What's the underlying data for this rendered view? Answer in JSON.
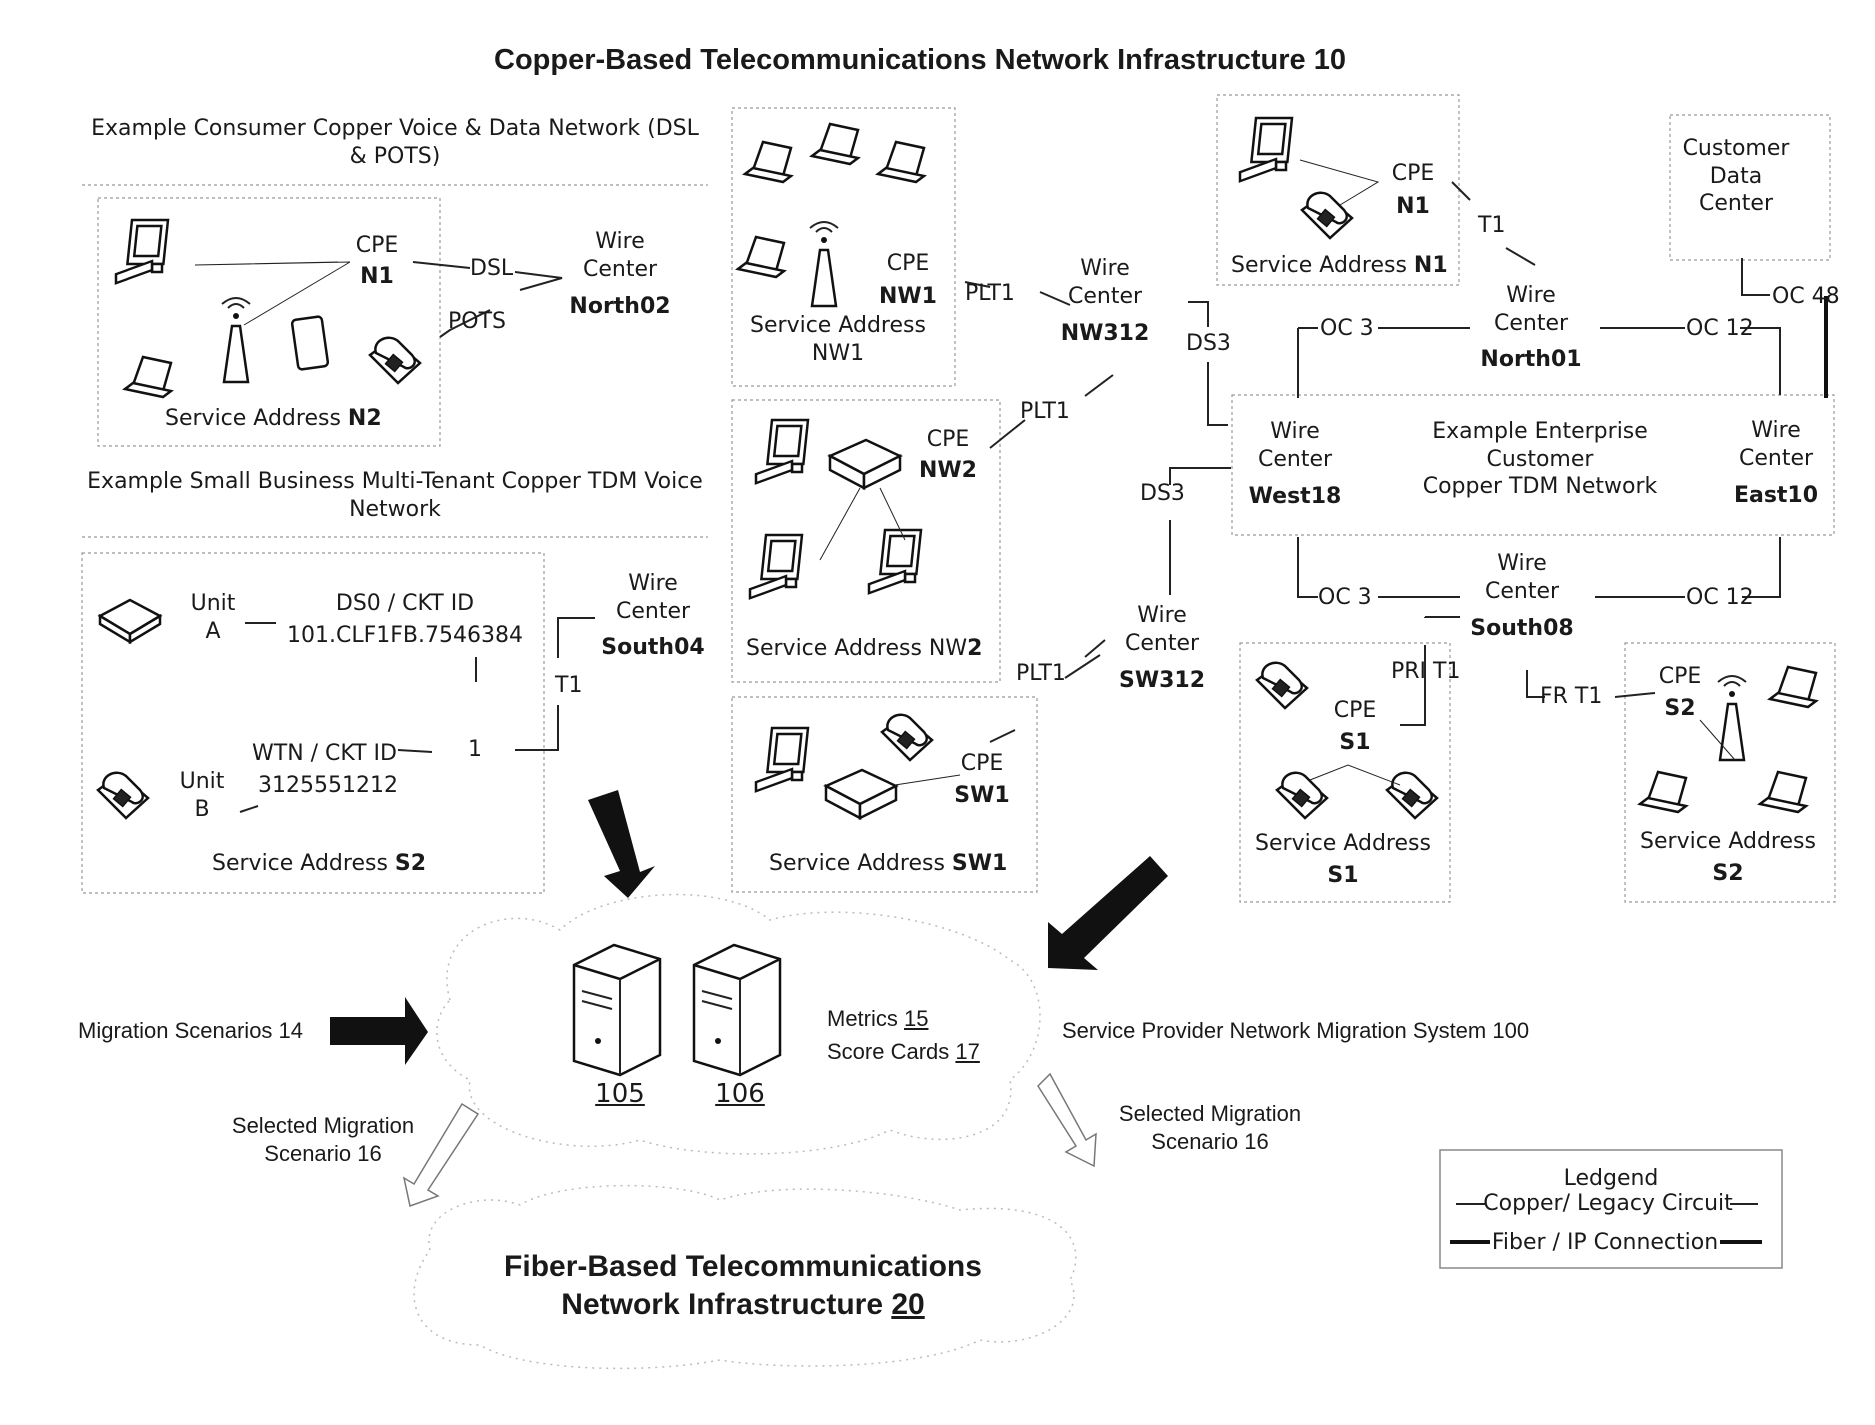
{
  "title": "Copper-Based Telecommunications Network Infrastructure 10",
  "consumer_section": {
    "heading": "Example Consumer Copper Voice & Data Network (DSL\n& POTS)",
    "cpe_label": "CPE",
    "cpe_id": "N1",
    "dsl": "DSL",
    "pots": "POTS",
    "wire_center": "Wire\nCenter",
    "wire_center_id": "North02",
    "service_address": "Service Address ",
    "service_address_id": "N2"
  },
  "small_business_section": {
    "heading": "Example Small Business Multi-Tenant Copper TDM Voice\nNetwork",
    "unit_a": "Unit\nA",
    "unit_b": "Unit\nB",
    "ds0": "DS0 / CKT ID",
    "ds0_value": "101.CLF1FB.7546384",
    "wtn": "WTN / CKT ID",
    "wtn_value": "3125551212",
    "one": "1",
    "t1": "T1",
    "wire_center": "Wire\nCenter",
    "wire_center_id": "South04",
    "service_address": "Service Address ",
    "service_address_id": "S2"
  },
  "nw1": {
    "cpe": "CPE",
    "cpe_id": "NW1",
    "service_address": "Service Address\nNW1",
    "plt1": "PLT1"
  },
  "nw312": {
    "wire_center": "Wire\nCenter",
    "id": "NW312",
    "ds3": "DS3"
  },
  "nw2": {
    "plt1": "PLT1",
    "cpe": "CPE",
    "cpe_id": "NW2",
    "service_address": "Service Address NW",
    "service_address_suffix": "2"
  },
  "sw312": {
    "wire_center": "Wire\nCenter",
    "id": "SW312",
    "plt1": "PLT1",
    "ds3": "DS3"
  },
  "sw1": {
    "cpe": "CPE",
    "cpe_id": "SW1",
    "service_address": "Service Address ",
    "service_address_id": "SW1"
  },
  "north_n1": {
    "cpe": "CPE",
    "cpe_id": "N1",
    "service_address": "Service Address ",
    "service_address_id": "N1",
    "t1": "T1"
  },
  "north01": {
    "wire_center": "Wire\nCenter",
    "id": "North01",
    "oc3": "OC 3",
    "oc12": "OC 12"
  },
  "customer_data_center": "Customer\nData\nCenter",
  "oc48": "OC 48",
  "west18": {
    "wire_center": "Wire\nCenter",
    "id": "West18",
    "oc3": "OC 3"
  },
  "enterprise_heading": "Example Enterprise\nCustomer\nCopper TDM Network",
  "east10": {
    "wire_center": "Wire\nCenter",
    "id": "East10"
  },
  "south08": {
    "wire_center": "Wire\nCenter",
    "id": "South08",
    "oc12": "OC 12",
    "pri_t1": "PRI T1",
    "fr_t1": "FR T1"
  },
  "s1": {
    "cpe": "CPE",
    "cpe_id": "S1",
    "service_address": "Service Address",
    "service_address_id": "S1"
  },
  "s2": {
    "cpe": "CPE",
    "cpe_id": "S2",
    "service_address": "Service Address",
    "service_address_id": "S2"
  },
  "migration": {
    "scenarios": "Migration Scenarios 14",
    "server_105": "105",
    "server_106": "106",
    "metrics": "Metrics ",
    "metrics_num": "15",
    "score_cards": "Score Cards ",
    "score_cards_num": "17",
    "system": "Service Provider Network Migration System 100",
    "selected_left": "Selected Migration\nScenario 16",
    "selected_right": "Selected Migration\nScenario 16"
  },
  "fiber": {
    "line1": "Fiber-Based Telecommunications",
    "line2": "Network Infrastructure ",
    "num": "20"
  },
  "legend": {
    "title": "Ledgend",
    "copper": "Copper/ Legacy Circuit",
    "fiber": "Fiber / IP Connection"
  }
}
